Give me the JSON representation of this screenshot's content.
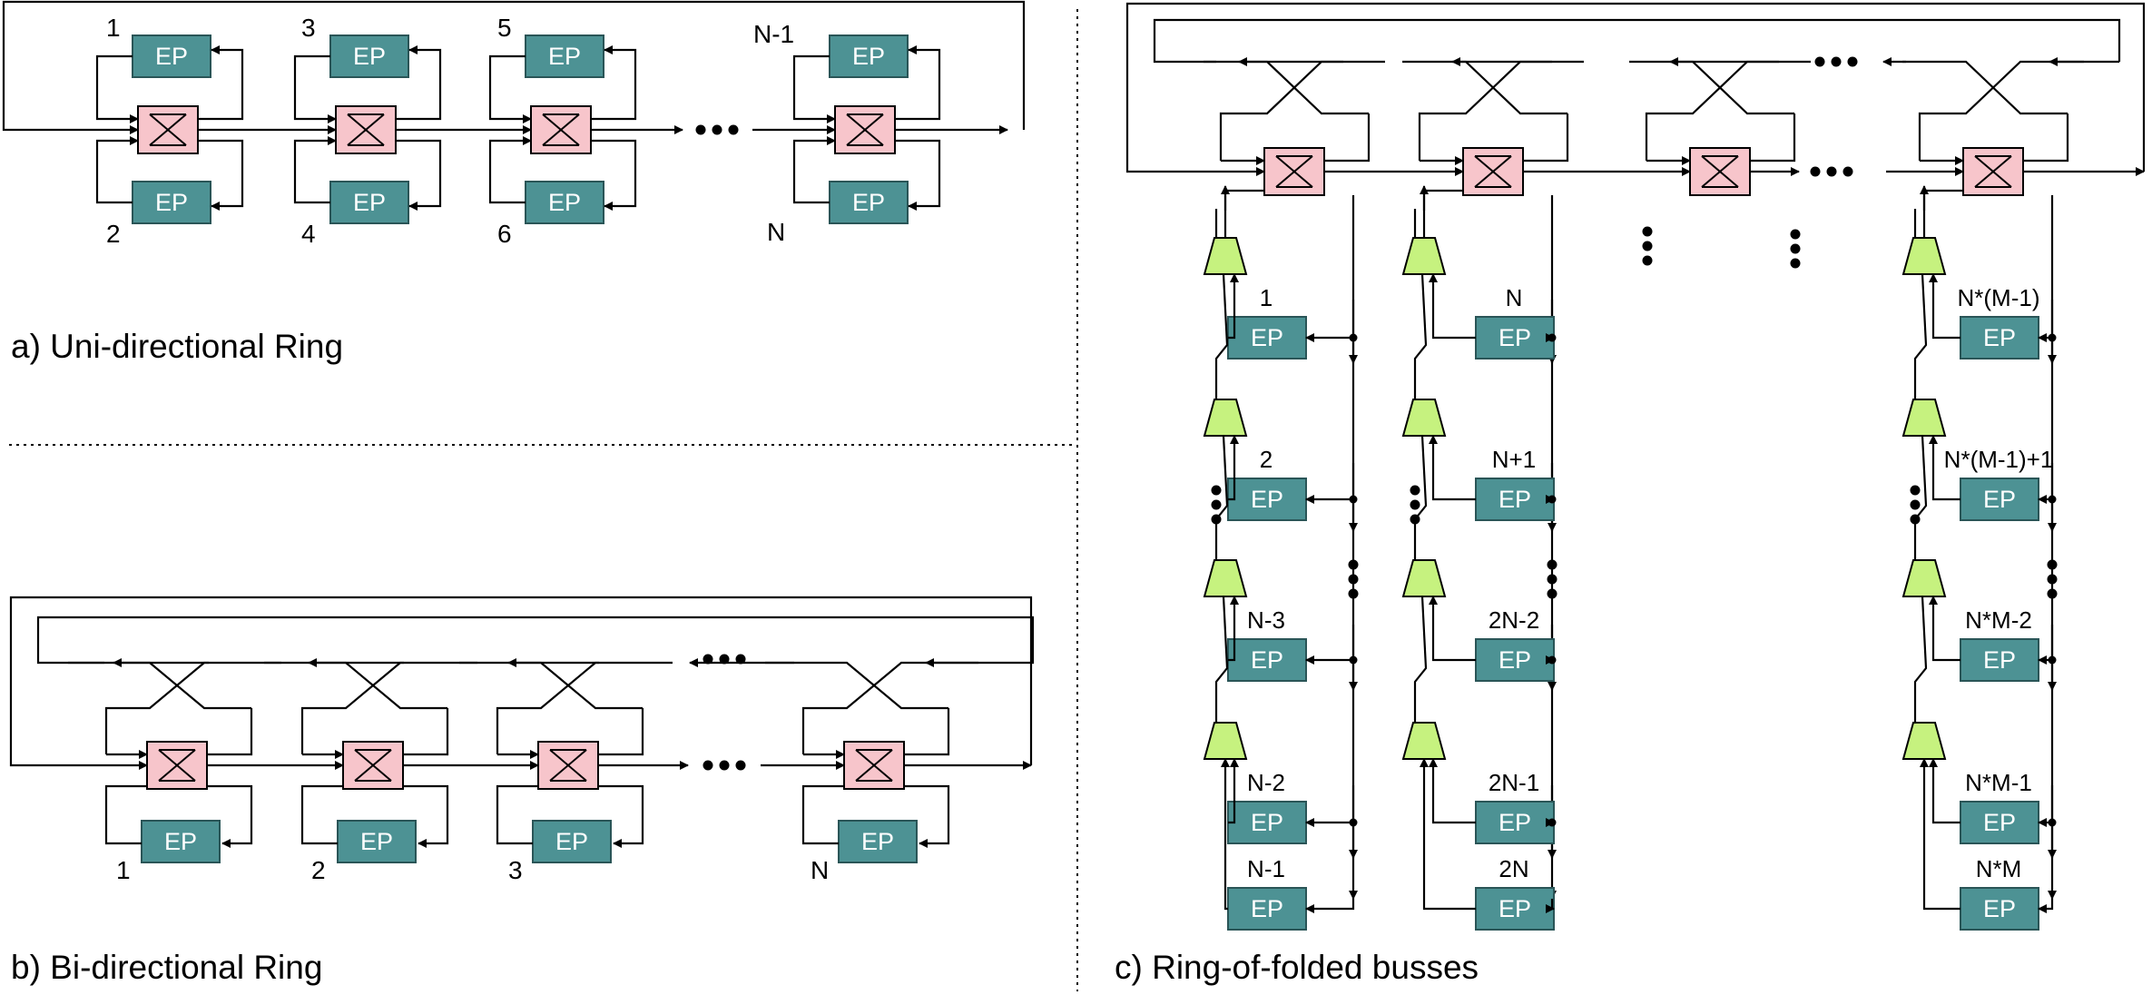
{
  "colors": {
    "endpoint_fill": "#4d9294",
    "endpoint_stroke": "#2a5557",
    "router_fill": "#f7c5cb",
    "mux_fill": "#c6f27f",
    "line": "#000000"
  },
  "icons": {
    "router": "crossbar-switch-icon",
    "mux": "trapezoid-mux-icon",
    "ellipsis": "dots-icon"
  },
  "endpoint_text": "EP",
  "panel_a": {
    "caption": "a) Uni-directional Ring",
    "labels": [
      "1",
      "2",
      "3",
      "4",
      "5",
      "6",
      "N-1",
      "N"
    ]
  },
  "panel_b": {
    "caption": "b) Bi-directional Ring",
    "labels": [
      "1",
      "2",
      "3",
      "N"
    ]
  },
  "panel_c": {
    "caption": "c) Ring-of-folded busses",
    "columns": [
      [
        "1",
        "2",
        "N-3",
        "N-2",
        "N-1"
      ],
      [
        "N",
        "N+1",
        "2N-2",
        "2N-1",
        "2N"
      ],
      [
        "N*(M-1)",
        "N*(M-1)+1",
        "N*M-2",
        "N*M-1",
        "N*M"
      ]
    ]
  }
}
